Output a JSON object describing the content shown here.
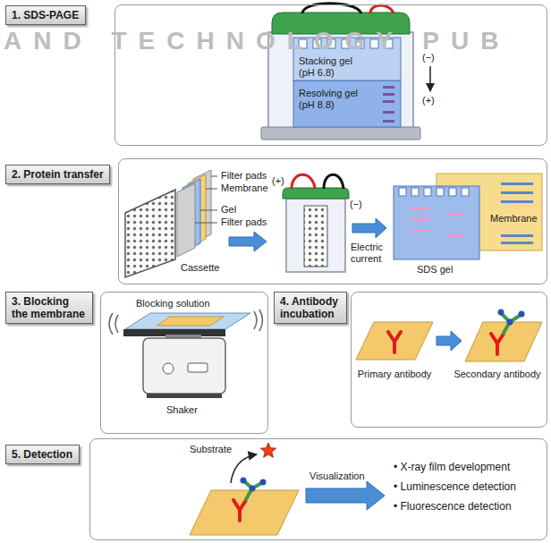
{
  "diagram": {
    "nodes": [
      {
        "text": [
          "1. SDS-PAGE"
        ]
      },
      {
        "text": [
          "Stacking gel (pH 6.8)",
          "Resolving gel (pH 8.8)",
          "(−)",
          "(+)"
        ]
      },
      {
        "text": [
          "2. Protein transfer"
        ]
      },
      {
        "text": [
          "Filter pads",
          "Membrane",
          "Gel",
          "Filter pads",
          "Cassette",
          "(+)",
          "(−)",
          "Electric current",
          "SDS gel",
          "Membrane"
        ]
      },
      {
        "text": [
          "3. Blocking the membrane"
        ]
      },
      {
        "text": [
          "Blocking solution",
          "Shaker"
        ]
      },
      {
        "text": [
          "4. Antibody incubation"
        ]
      },
      {
        "text": [
          "Primary antibody",
          "Secondary antibody"
        ]
      },
      {
        "text": [
          "5. Detection"
        ]
      },
      {
        "text": [
          "Substrate",
          "Visualization",
          "• X-ray film development",
          "• Luminescence detection",
          "• Fluorescence detection"
        ]
      }
    ],
    "labels": [
      "AND TECHNOLOGY PUB"
    ]
  }
}
